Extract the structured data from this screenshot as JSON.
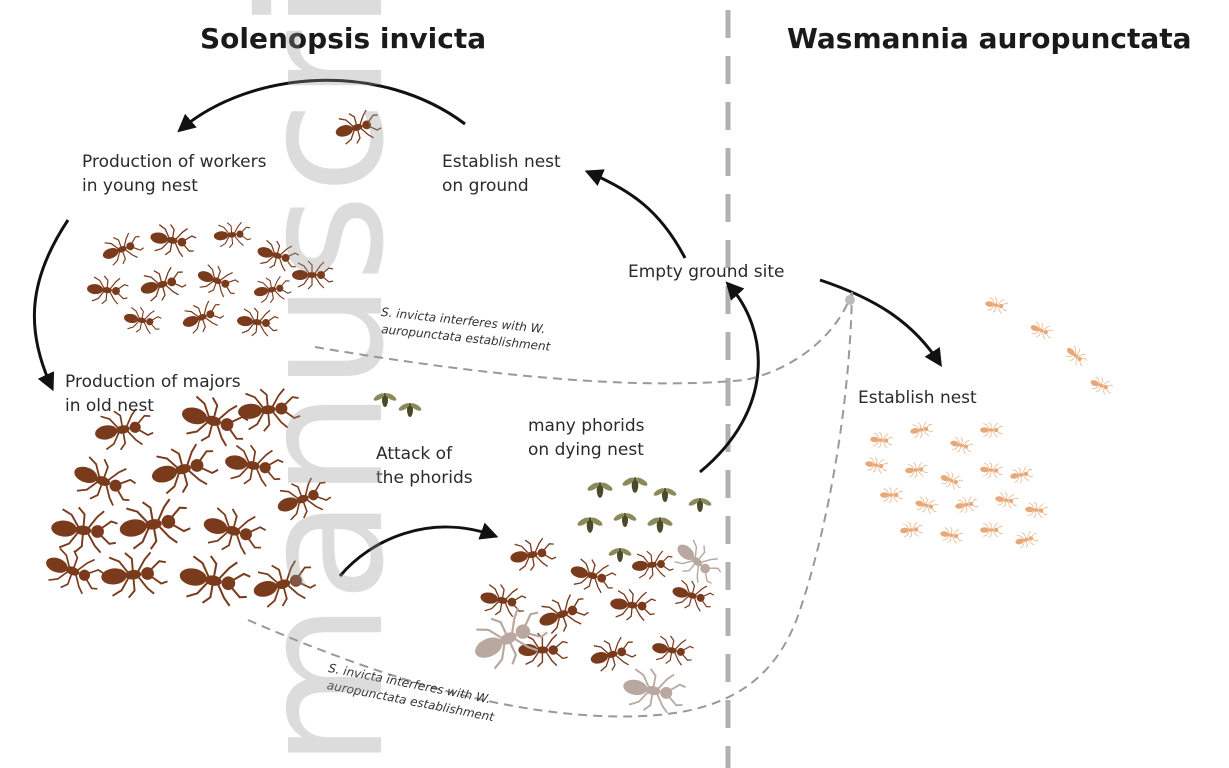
{
  "titles": {
    "left": "Solenopsis invicta",
    "right": "Wasmannia auropunctata"
  },
  "labels": {
    "workers_young_nest": [
      "Production of workers",
      "in young nest"
    ],
    "establish_nest_ground": [
      "Establish nest",
      "on ground"
    ],
    "empty_ground_site": "Empty ground site",
    "majors_old_nest": [
      "Production of majors",
      "in old nest"
    ],
    "attack_phorids": [
      "Attack of",
      "the phorids"
    ],
    "many_phorids": [
      "many phorids",
      "on dying nest"
    ],
    "establish_nest": "Establish nest"
  },
  "interference_notes": {
    "upper": [
      "S. invicta interferes with W.",
      "auropunctata establishment"
    ],
    "lower": [
      "S. invicta interferes with W.",
      "auropunctata establishment"
    ]
  },
  "watermark": "manuscript",
  "colors": {
    "ant_dark": "#7a3a1c",
    "ant_light": "#e8a878",
    "phorid": "#4a4a2a",
    "arrow": "#111111",
    "dashed_line": "#999999",
    "divider": "#b0b0b0"
  }
}
